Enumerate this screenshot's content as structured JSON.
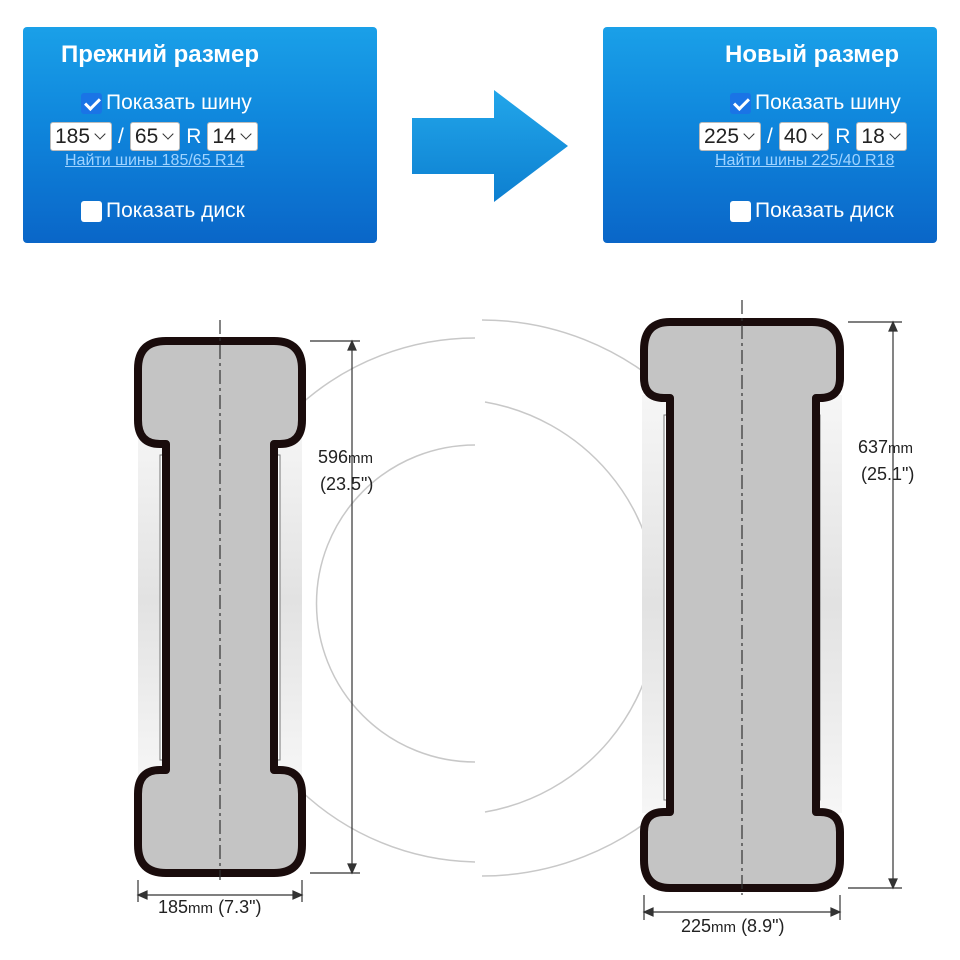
{
  "panels": {
    "old": {
      "title": "Прежний размер",
      "show_tire_label": "Показать шину",
      "show_tire_checked": true,
      "width": "185",
      "profile": "65",
      "rim_prefix": "R",
      "rim": "14",
      "separator": "/",
      "find_link": "Найти шины 185/65 R14",
      "show_disk_label": "Показать диск",
      "show_disk_checked": false
    },
    "new": {
      "title": "Новый размер",
      "show_tire_label": "Показать шину",
      "show_tire_checked": true,
      "width": "225",
      "profile": "40",
      "rim_prefix": "R",
      "rim": "18",
      "separator": "/",
      "find_link": "Найти шины 225/40 R18",
      "show_disk_label": "Показать диск",
      "show_disk_checked": false
    }
  },
  "diagram": {
    "old": {
      "diameter_value": "596",
      "diameter_unit": "mm",
      "diameter_inches": "(23.5\")",
      "width_value": "185",
      "width_unit": "mm",
      "width_inches": "(7.3\")"
    },
    "new": {
      "diameter_value": "637",
      "diameter_unit": "mm",
      "diameter_inches": "(25.1\")",
      "width_value": "225",
      "width_unit": "mm",
      "width_inches": "(8.9\")"
    }
  },
  "colors": {
    "panel_top": "#1aa0e8",
    "panel_bottom": "#0a66c8",
    "arrow": "#1890d8",
    "tire_outline": "#1a0c0c",
    "tire_fill": "#c4c4c4"
  },
  "icons": [
    "checkbox-checked-icon",
    "checkbox-empty-icon",
    "chevron-down-icon",
    "arrow-right-icon"
  ]
}
